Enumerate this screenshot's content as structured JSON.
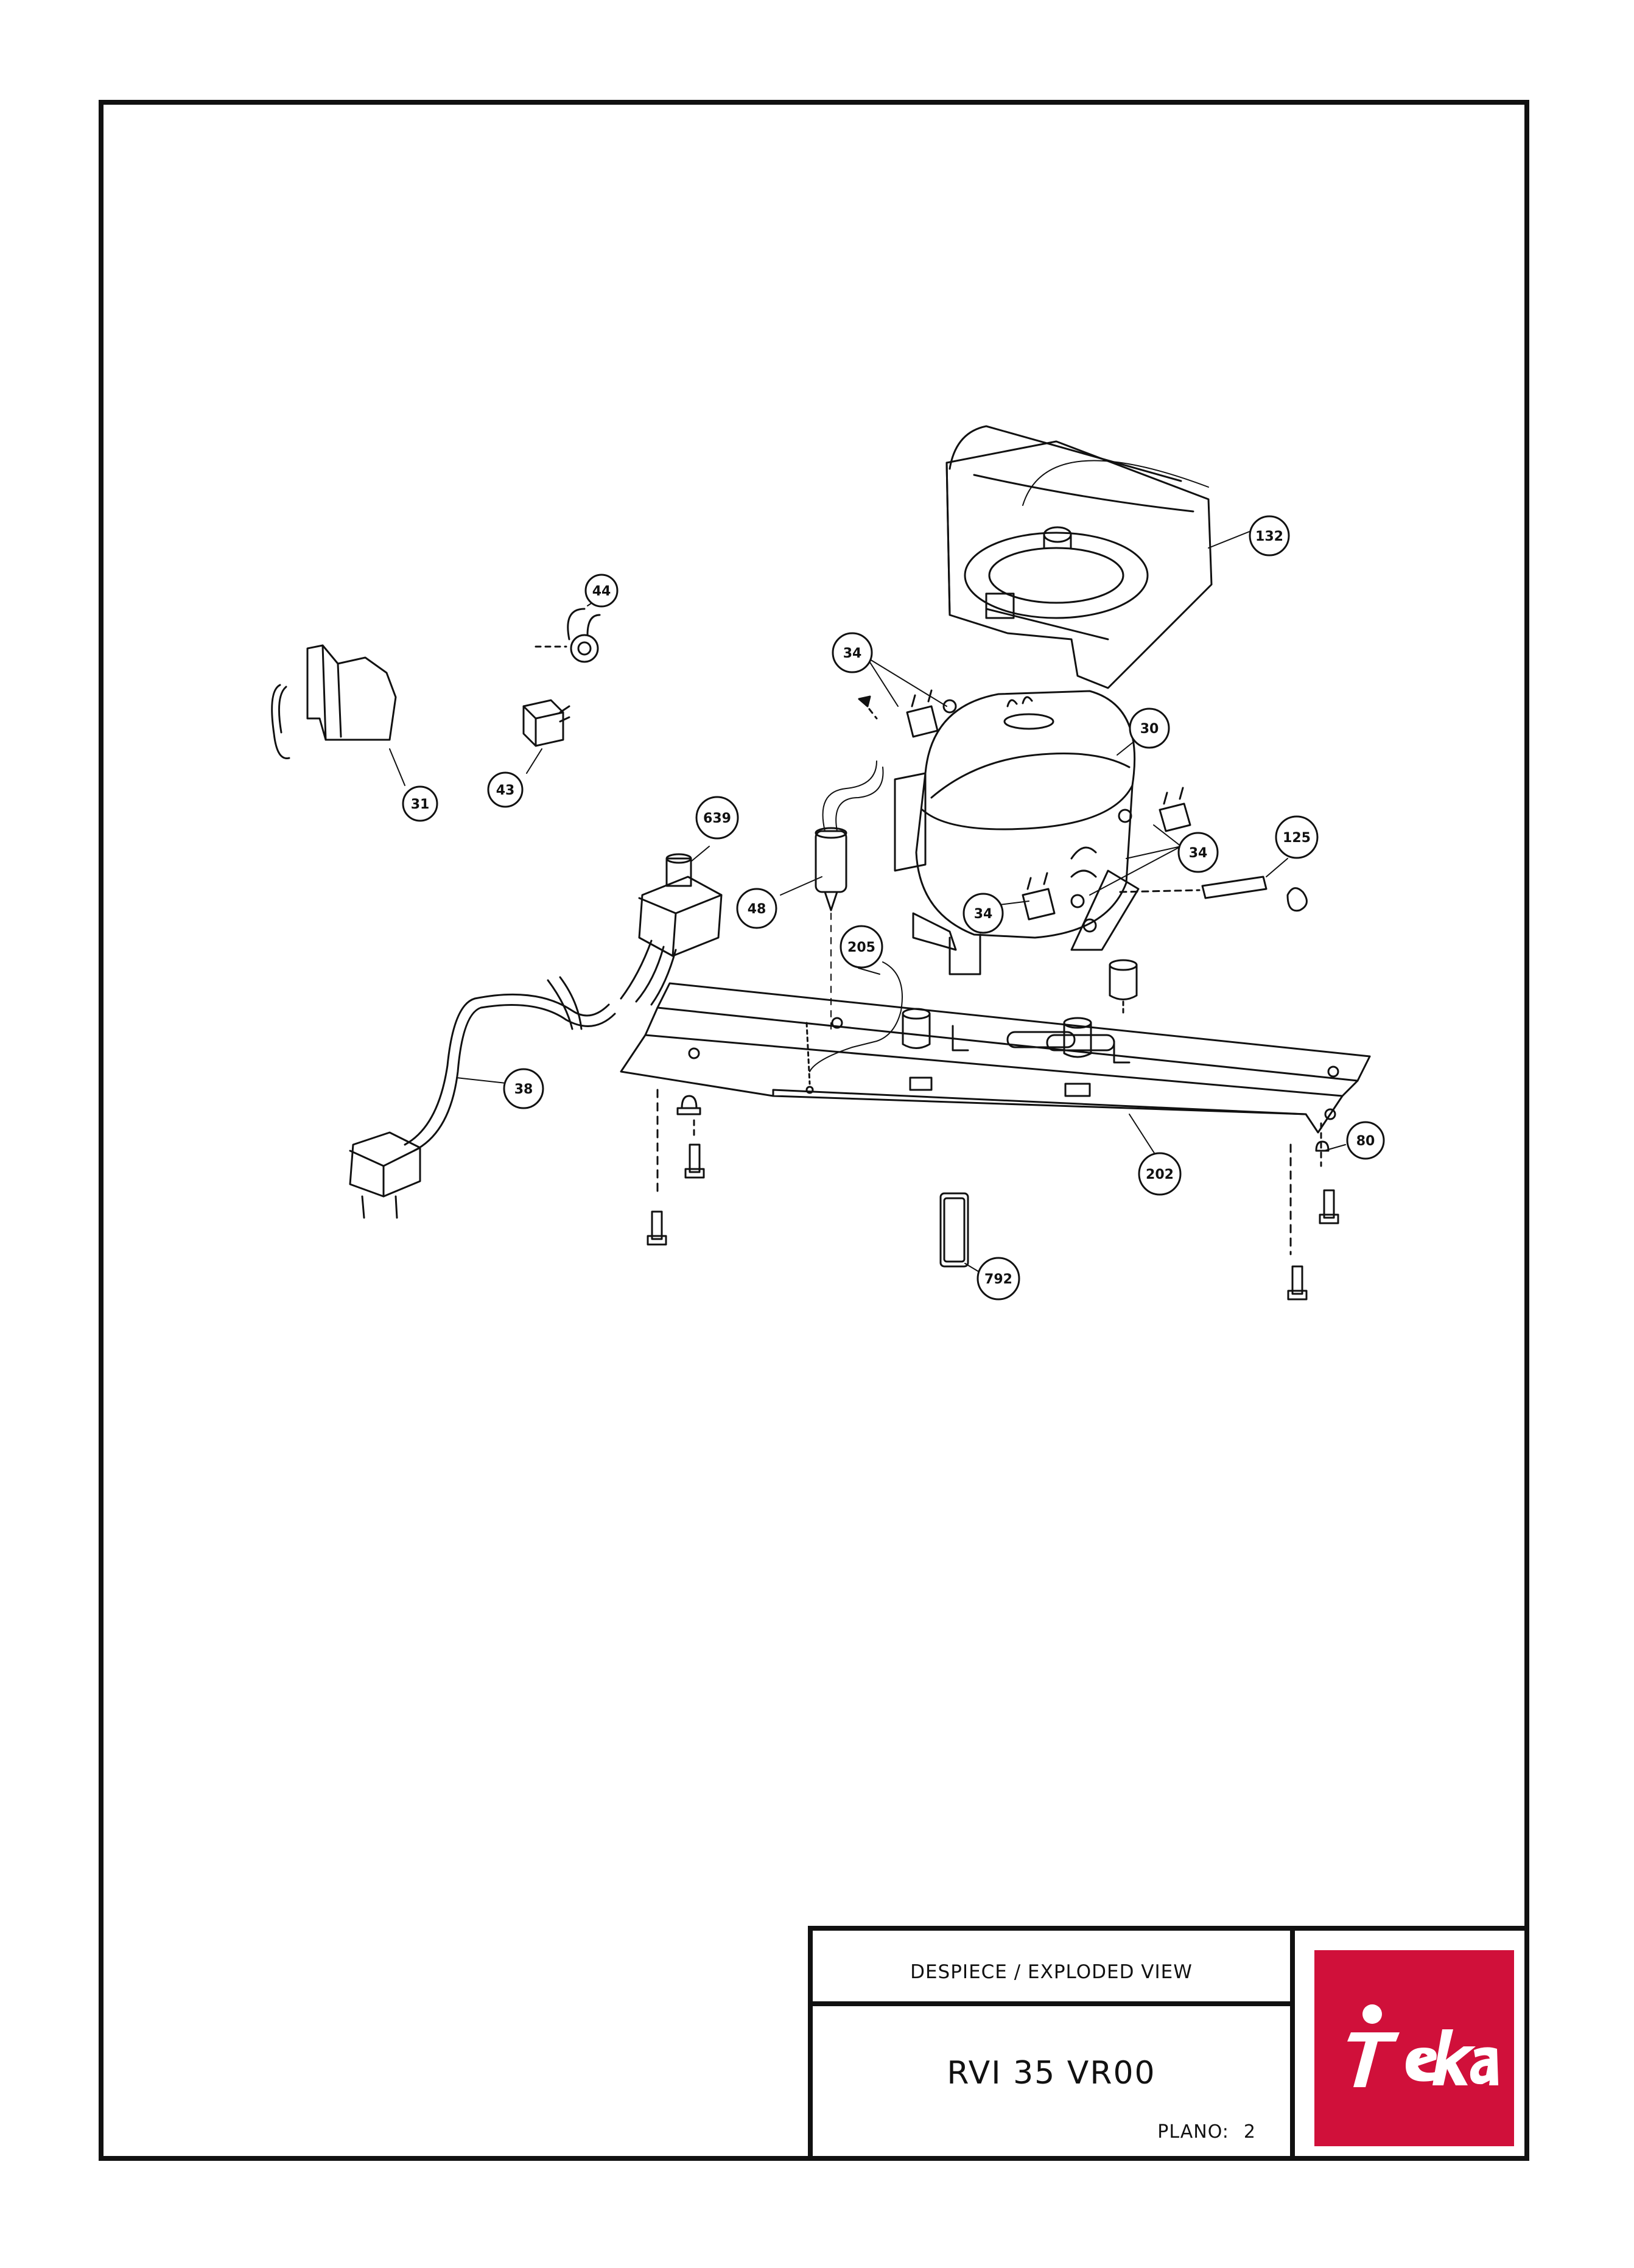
{
  "callouts": [
    "132",
    "44",
    "34",
    "30",
    "31",
    "43",
    "639",
    "34",
    "125",
    "48",
    "34",
    "205",
    "38",
    "202",
    "80",
    "792"
  ],
  "title_block": {
    "title": "DESPIECE / EXPLODED VIEW",
    "model": "RVI 35 VR00",
    "plano_label": "PLANO:",
    "plano_number": "2"
  },
  "logo": {
    "text": "Teka",
    "background": "#d0103a",
    "foreground": "#ffffff"
  },
  "colors": {
    "line": "#111111",
    "background": "#ffffff"
  }
}
